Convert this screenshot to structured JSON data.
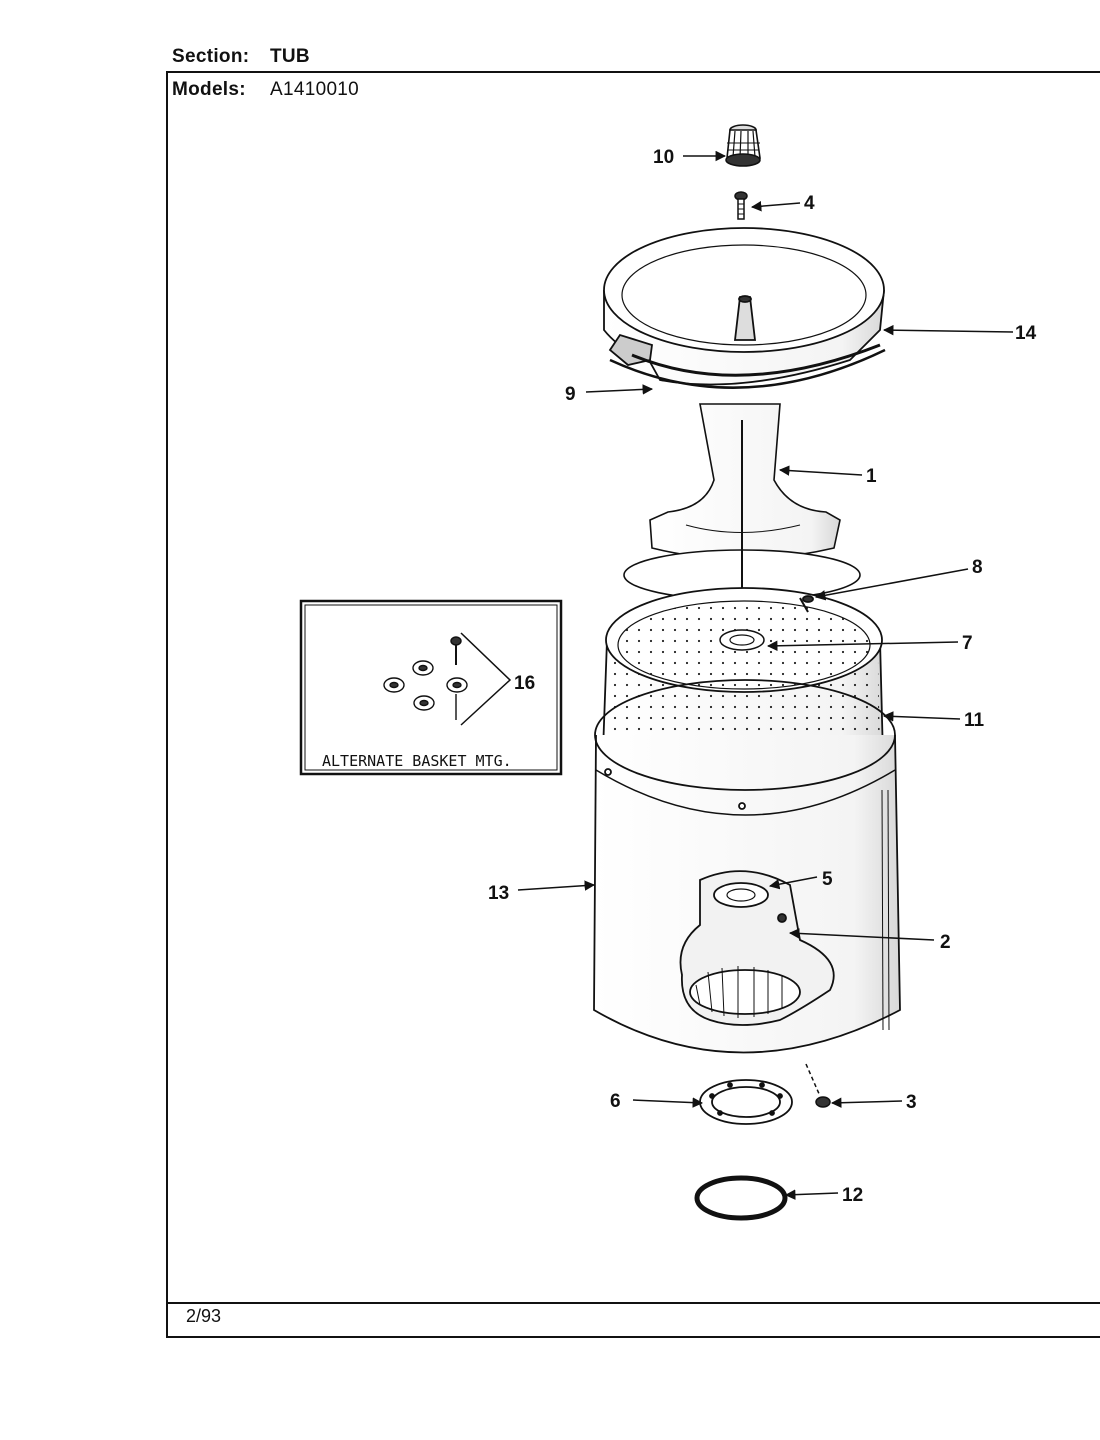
{
  "header": {
    "section_label": "Section:",
    "section_value": "TUB",
    "models_label": "Models:",
    "models_value": "A1410010"
  },
  "footer": {
    "date": "2/93"
  },
  "inset": {
    "caption": "ALTERNATE BASKET MTG."
  },
  "callouts": {
    "c1": "1",
    "c2": "2",
    "c3": "3",
    "c4": "4",
    "c5": "5",
    "c6": "6",
    "c7": "7",
    "c8": "8",
    "c9": "9",
    "c10": "10",
    "c11": "11",
    "c12": "12",
    "c13": "13",
    "c14": "14",
    "c16": "16"
  }
}
